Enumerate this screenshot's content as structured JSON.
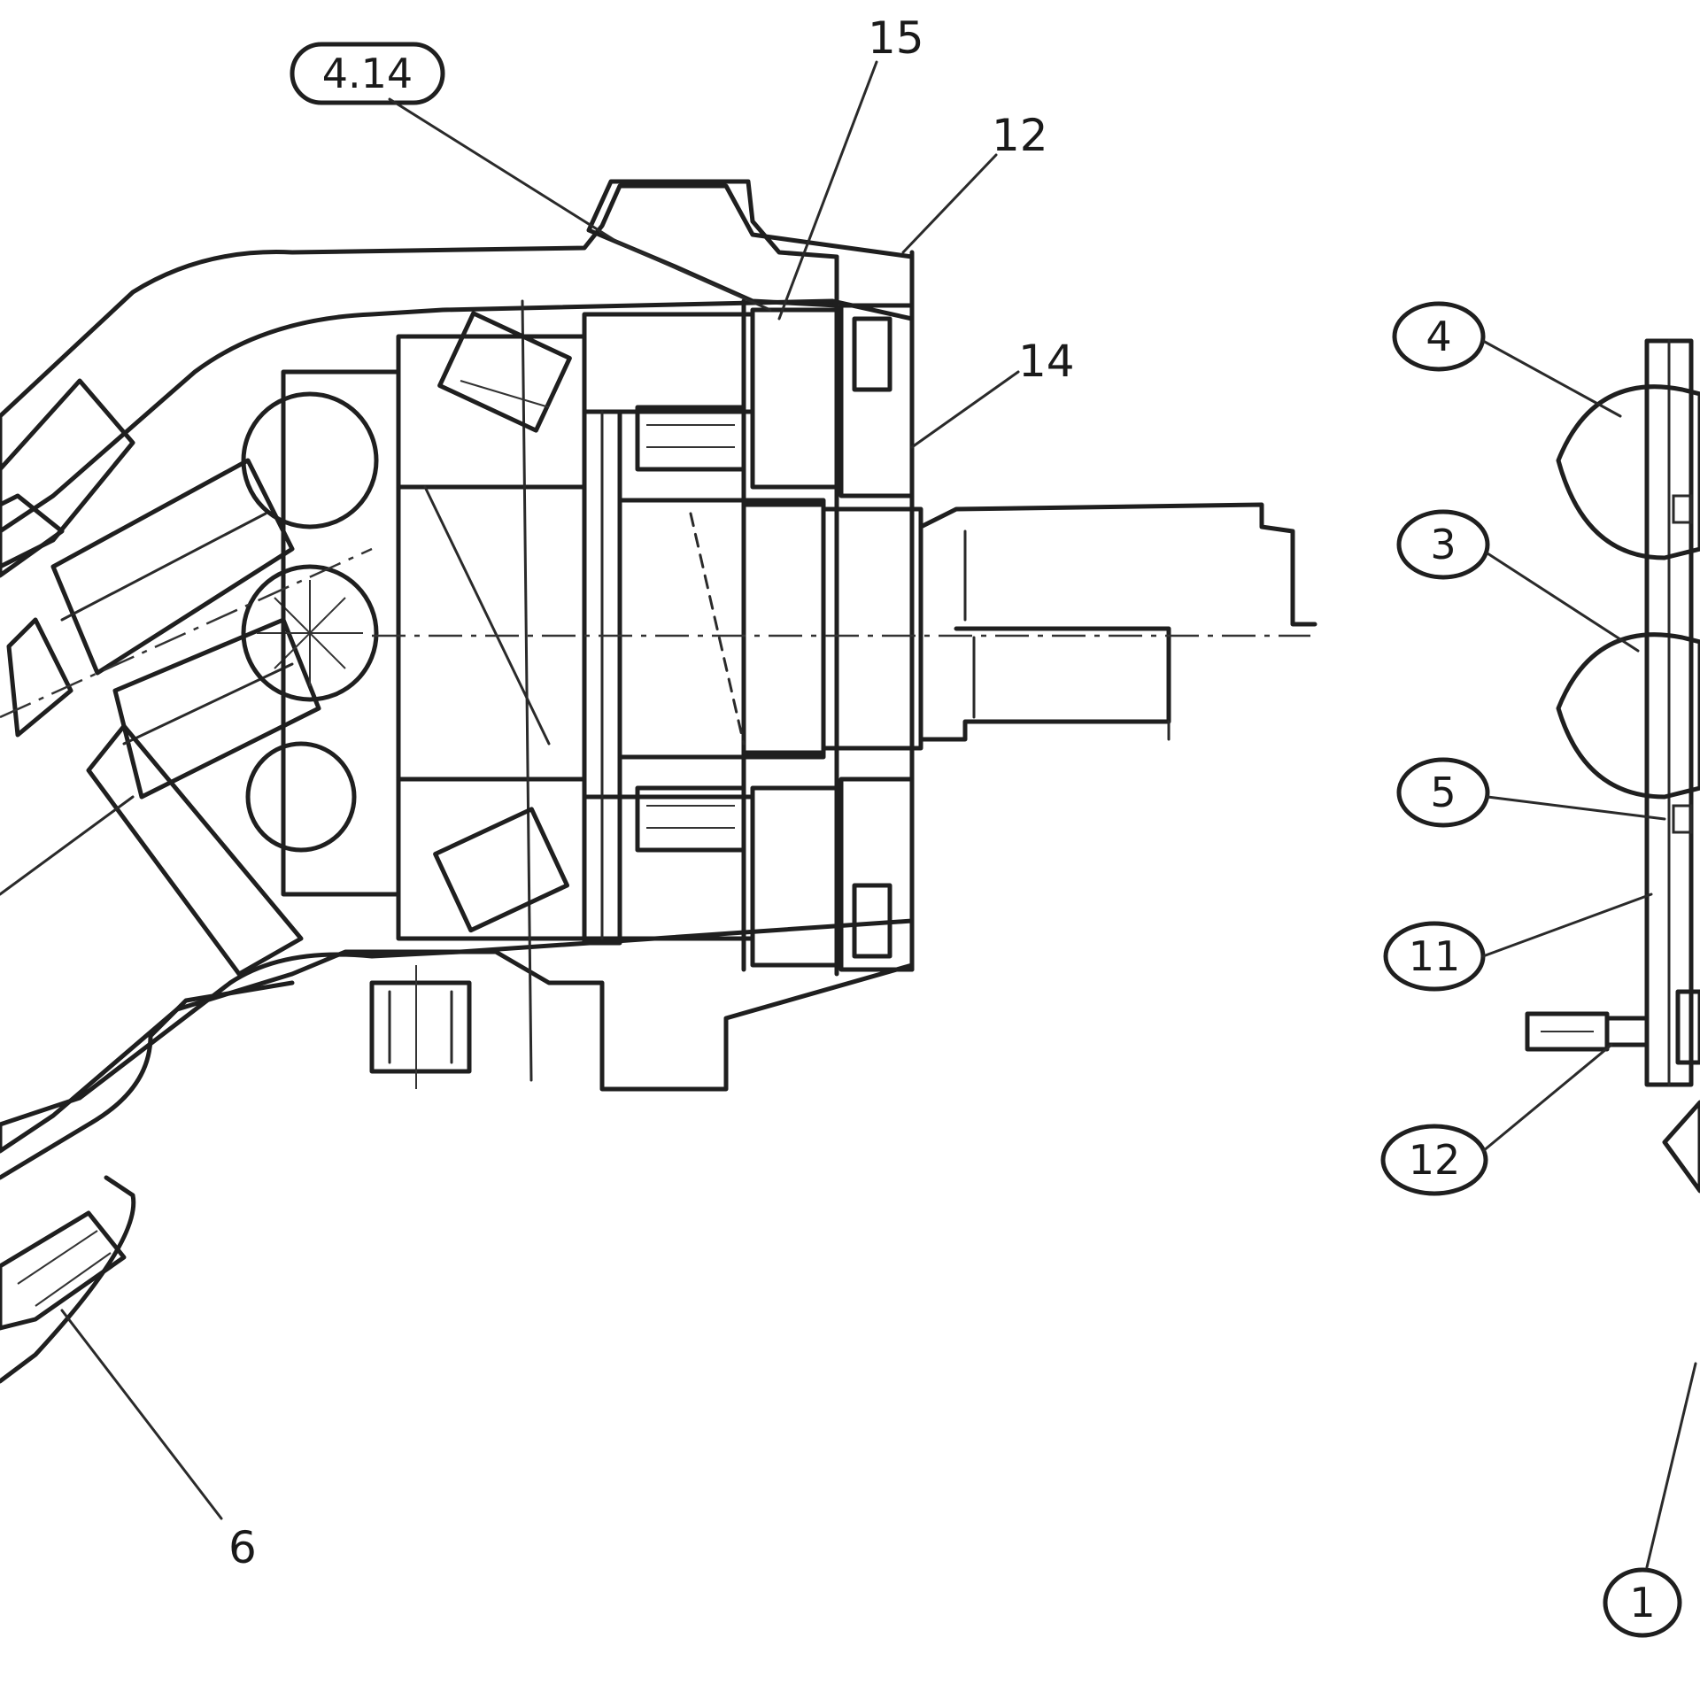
{
  "diagram": {
    "left_callouts": {
      "c414": "4.14",
      "c15": "15",
      "c12": "12",
      "c14": "14",
      "c6": "6"
    },
    "right_callouts": {
      "c4": "4",
      "c3": "3",
      "c5": "5",
      "c11": "11",
      "c12": "12",
      "c1": "1"
    }
  },
  "colors": {
    "ink": "#1f1f1f",
    "background": "#ffffff"
  }
}
